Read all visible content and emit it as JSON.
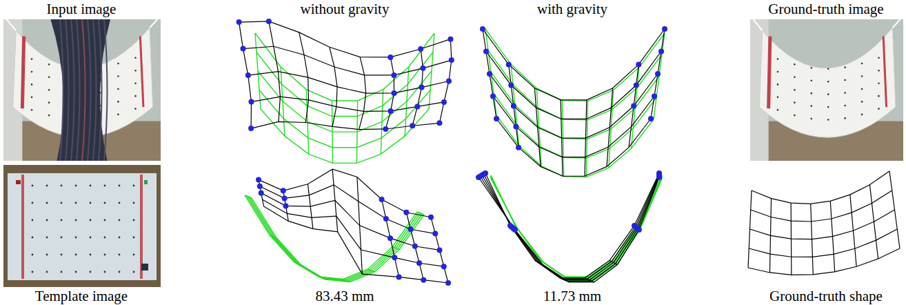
{
  "diagram": {
    "labels": [
      "Input image",
      "without gravity",
      "with gravity",
      "Ground-truth image",
      "Template image",
      "83.43 mm",
      "11.73 mm",
      "Ground-truth shape"
    ]
  }
}
